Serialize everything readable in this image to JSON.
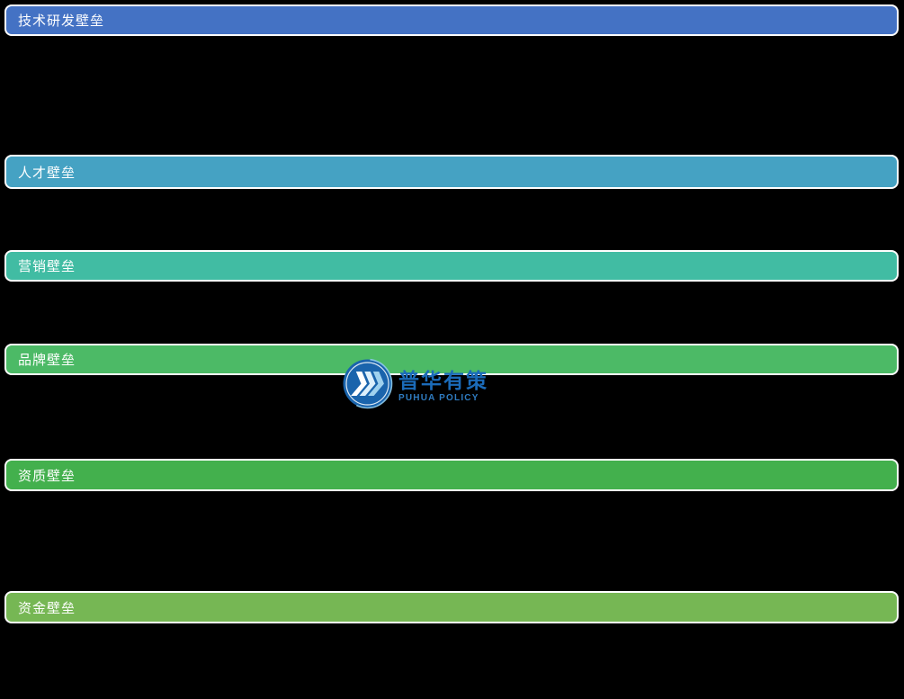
{
  "document": {
    "background_color": "#000000",
    "description_bars_are_section_headers": "entry-barrier section headers of a report figure"
  },
  "bars": [
    {
      "label": "技术研发壁垒",
      "color": "#4472C4"
    },
    {
      "label": "人才壁垒",
      "color": "#45A2C3"
    },
    {
      "label": "营销壁垒",
      "color": "#41BCA3"
    },
    {
      "label": "品牌壁垒",
      "color": "#4CBA66"
    },
    {
      "label": "资质壁垒",
      "color": "#43B04D"
    },
    {
      "label": "资金壁垒",
      "color": "#76B754"
    }
  ],
  "watermark": {
    "cn": "普华有策",
    "en": "PUHUA POLICY",
    "icon": "triple-chevron-logo-icon",
    "circle_color": "#1A64AC",
    "ring_color": "#8FCBEC",
    "cn_color": "#1B6BB9",
    "en_color": "#2F7CC1"
  }
}
